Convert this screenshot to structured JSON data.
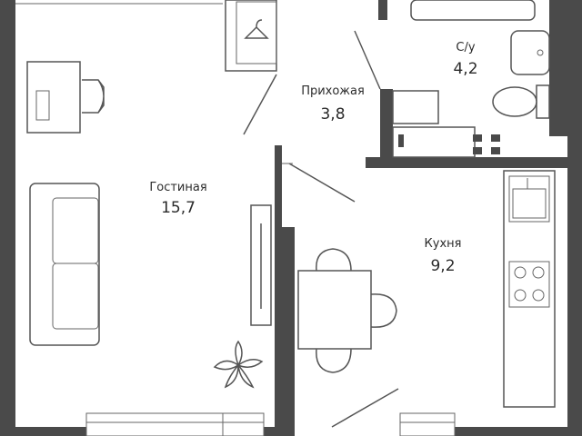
{
  "rooms": [
    {
      "id": "living",
      "name": "Гостиная",
      "area": "15,7"
    },
    {
      "id": "hall",
      "name": "Прихожая",
      "area": "3,8"
    },
    {
      "id": "bath",
      "name": "С/у",
      "area": "4,2"
    },
    {
      "id": "kitchen",
      "name": "Кухня",
      "area": "9,2"
    }
  ],
  "colors": {
    "wall": "#4a4a4a",
    "line": "#555555",
    "background": "#ffffff"
  }
}
